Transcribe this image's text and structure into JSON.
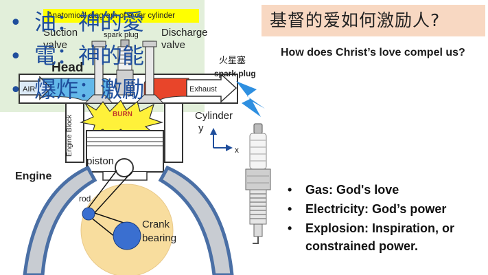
{
  "diagram": {
    "caption": "Anatomical diagram of a car cylinder",
    "labels": {
      "suction_valve": "Suction valve",
      "spark_plug": "spark plug",
      "discharge_valve": "Discharge valve",
      "head": "Head",
      "air": "AIR",
      "exhaust": "Exhaust",
      "burn": "BURN",
      "engine_block": "Engine Block",
      "piston": "piston",
      "engine": "Engine",
      "rod": "rod",
      "crank_bearing": "Crank bearing",
      "cylinder": "Cylinder",
      "axis_y": "y",
      "axis_x": "x",
      "spark_plug_cn": "火星塞",
      "spark_plug_en": "spark plug"
    },
    "colors": {
      "intake": "#63b8ea",
      "exhaust": "#e8452a",
      "burn": "#fff13a",
      "crank": "#f8dd9e",
      "bearing": "#3a6fd0",
      "engine_blue": "#4a6fa5"
    }
  },
  "title": "基督的爱如何激励人?",
  "subtitle": "How does Christ’s love compel us?",
  "cn_points": [
    "油：神的愛",
    "電：神的能",
    "爆炸：激勵"
  ],
  "en_points": [
    "Gas: God's love",
    "Electricity: God’s power",
    "Explosion: Inspiration, or",
    "constrained power."
  ],
  "bullet": "•"
}
